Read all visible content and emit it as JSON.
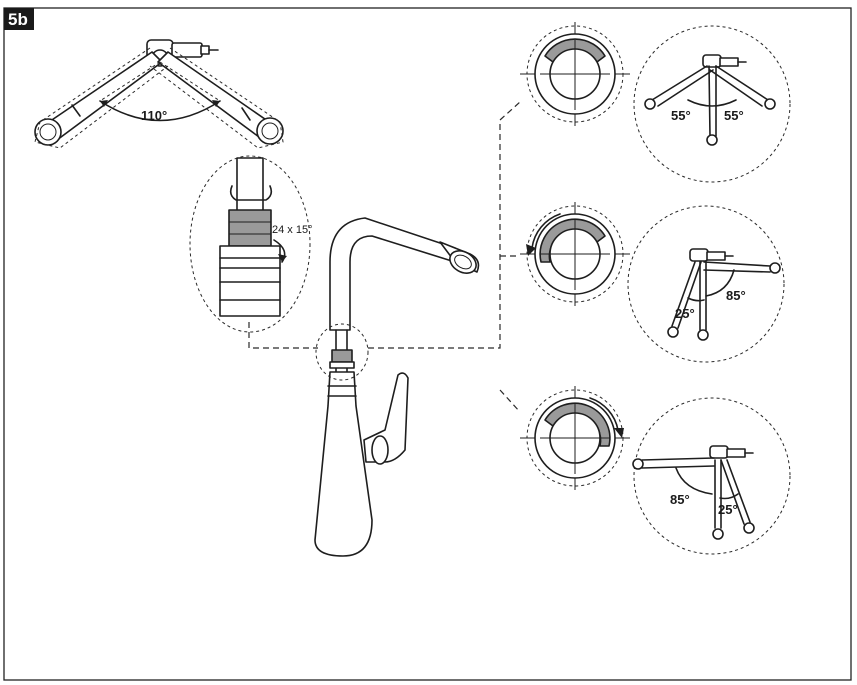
{
  "step_badge": "5b",
  "top_angle_label": "110°",
  "detail_label": "24 x 15°",
  "positions": [
    {
      "left_angle": "55°",
      "right_angle": "55°"
    },
    {
      "left_angle": "25°",
      "right_angle": "85°"
    },
    {
      "left_angle": "85°",
      "right_angle": "25°"
    }
  ],
  "colors": {
    "ink": "#1e1e1e",
    "ring_fill": "#9a9a9a",
    "background": "#ffffff"
  }
}
